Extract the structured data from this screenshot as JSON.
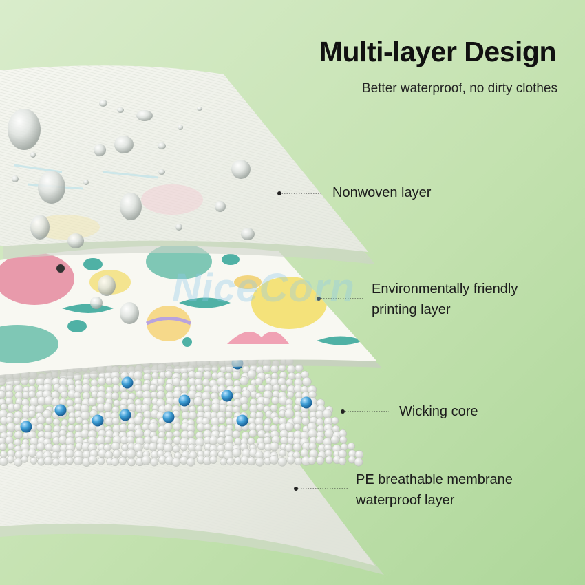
{
  "header": {
    "title": "Multi-layer Design",
    "subtitle": "Better waterproof, no dirty clothes"
  },
  "layers": [
    {
      "label": "Nonwoven layer"
    },
    {
      "label_line1": "Environmentally friendly",
      "label_line2": "printing layer"
    },
    {
      "label": "Wicking core"
    },
    {
      "label_line1": "PE breathable membrane",
      "label_line2": "waterproof layer"
    }
  ],
  "watermark": "NiceCorn",
  "colors": {
    "background_light": "#d6ebc8",
    "background_dark": "#b4dba0",
    "sheet_white": "#f7f8f2",
    "bead_white": "#e9ebe6",
    "bead_blue": "#3f9fd6",
    "text": "#1c1c1c"
  }
}
